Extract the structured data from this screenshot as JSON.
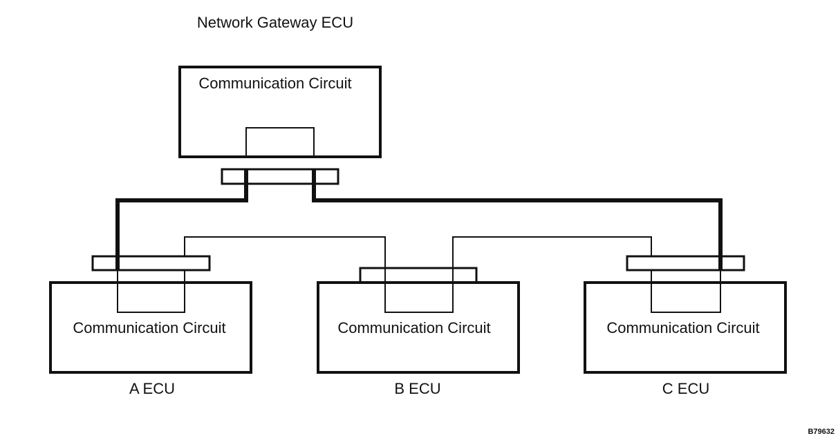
{
  "diagram": {
    "gateway": {
      "title": "Network Gateway ECU",
      "circuit_label": "Communication Circuit"
    },
    "ecus": [
      {
        "name": "A ECU",
        "circuit_label": "Communication Circuit"
      },
      {
        "name": "B ECU",
        "circuit_label": "Communication Circuit"
      },
      {
        "name": "C ECU",
        "circuit_label": "Communication Circuit"
      }
    ],
    "reference_code": "B79632"
  }
}
